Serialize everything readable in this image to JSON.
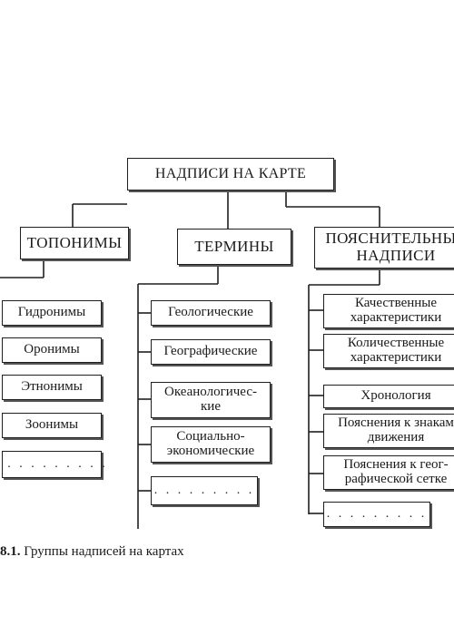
{
  "diagram": {
    "root": "НАДПИСИ НА КАРТЕ",
    "categories": [
      {
        "title": "ТОПОНИМЫ",
        "items": [
          "Гидронимы",
          "Оронимы",
          "Этнонимы",
          "Зоонимы",
          ". . . . . . . . . ."
        ]
      },
      {
        "title": "ТЕРМИНЫ",
        "items": [
          "Геологические",
          "Географические",
          "Океанологичес-\nкие",
          "Социально-\nэкономические",
          ". . . . . . . . ."
        ]
      },
      {
        "title": "ПОЯСНИТЕЛЬНЫЕ\nНАДПИСИ",
        "items": [
          "Качественные\nхарактеристики",
          "Количественные\nхарактеристики",
          "Хронология",
          "Пояснения к знакам\nдвижения",
          "Пояснения к геог-\nрафической сетке",
          ". . . . . . . . ."
        ]
      }
    ]
  },
  "caption": {
    "number": "8.1.",
    "text": "Группы надписей на картах"
  }
}
